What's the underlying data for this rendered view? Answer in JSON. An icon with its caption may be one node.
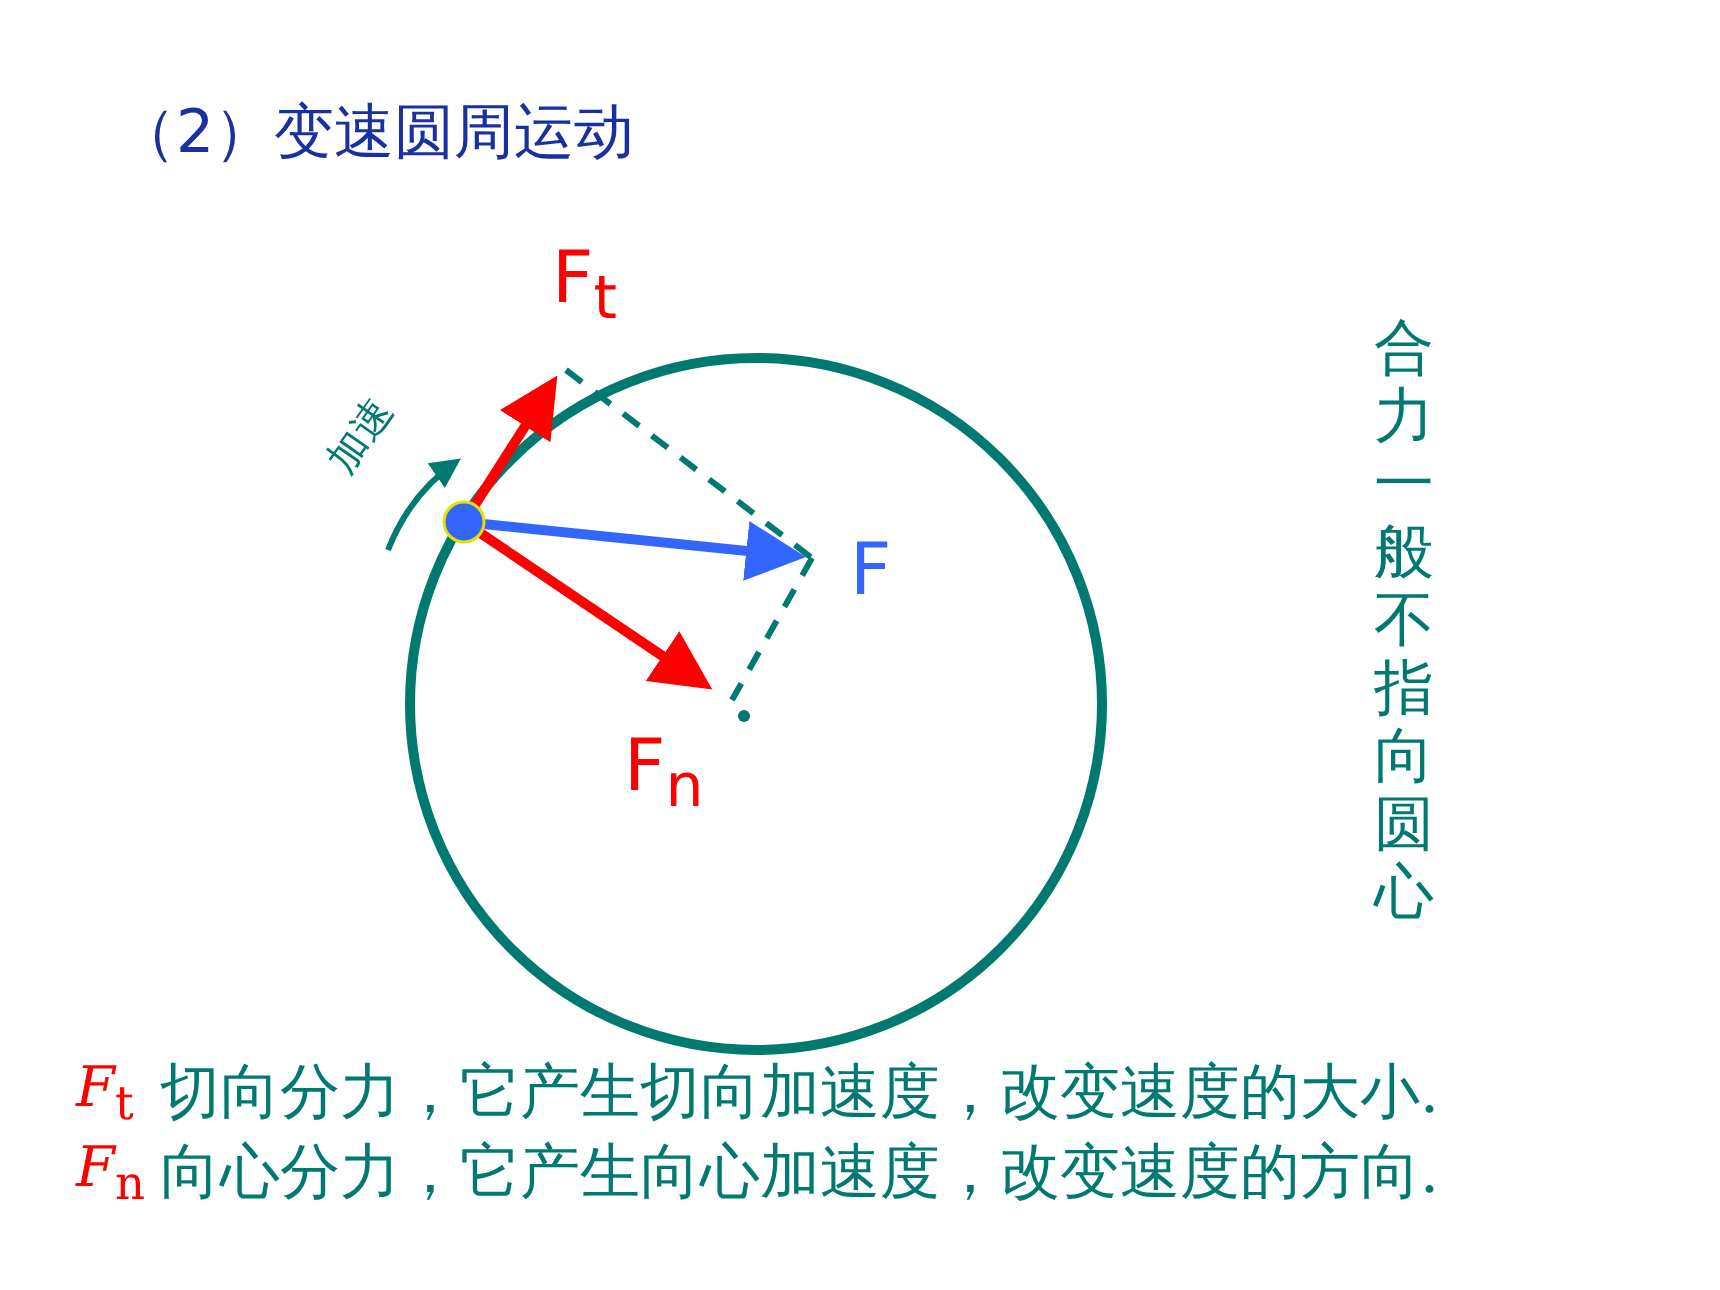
{
  "diagram": {
    "title": "（2）变速圆周运动",
    "labels": [
      "F$_{t}$",
      "加速",
      "合力一般不指向圆心",
      "F",
      "F$_{n}$",
      "*F*$_{t}$",
      "切向分力，它产生切向加速度，改变速度的大小.",
      "*F*$_{n}$",
      "向心分力，它产生向心加速度，改变速度的方向."
    ]
  }
}
